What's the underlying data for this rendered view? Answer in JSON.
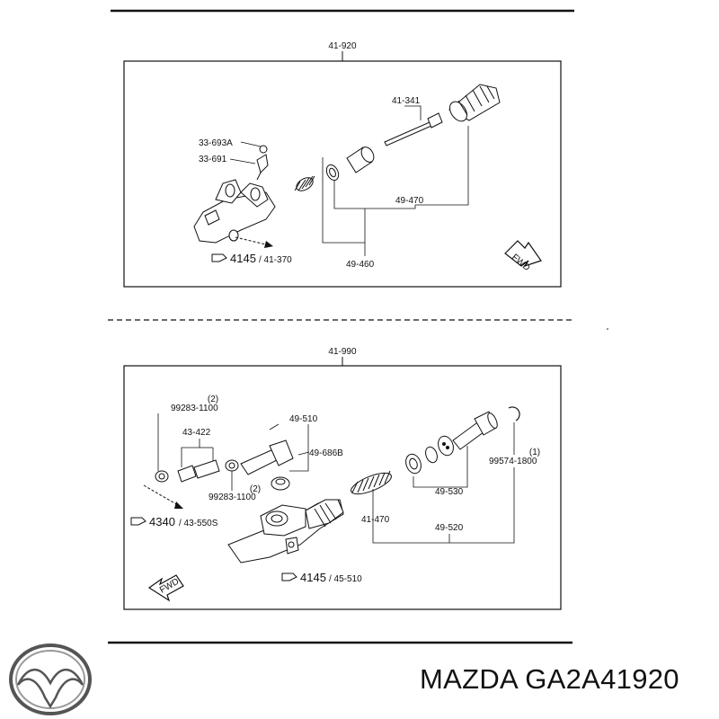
{
  "diagram_top": {
    "assembly_label": "41-920",
    "parts": [
      {
        "id": "p-33-693a",
        "label": "33-693A"
      },
      {
        "id": "p-33-691",
        "label": "33-691"
      },
      {
        "id": "p-41-341",
        "label": "41-341"
      },
      {
        "id": "p-49-470",
        "label": "49-470"
      },
      {
        "id": "p-49-460",
        "label": "49-460"
      }
    ],
    "ref_main": "4145",
    "ref_sub": "/ 41-370",
    "fwd": "FWD"
  },
  "diagram_bottom": {
    "assembly_label": "41-990",
    "parts": [
      {
        "id": "p-99283-1100-top",
        "label": "99283-1100",
        "qty": "(2)"
      },
      {
        "id": "p-43-422",
        "label": "43-422"
      },
      {
        "id": "p-49-510",
        "label": "49-510"
      },
      {
        "id": "p-49-686b",
        "label": "49-686B"
      },
      {
        "id": "p-99283-1100-bot",
        "label": "99283-1100",
        "qty": "(2)"
      },
      {
        "id": "p-99574-1800",
        "label": "99574-1800",
        "qty": "(1)"
      },
      {
        "id": "p-49-530",
        "label": "49-530"
      },
      {
        "id": "p-41-470",
        "label": "41-470"
      },
      {
        "id": "p-49-520",
        "label": "49-520"
      }
    ],
    "ref1_main": "4340",
    "ref1_sub": "/ 43-550S",
    "ref2_main": "4145",
    "ref2_sub": "/ 45-510",
    "fwd": "FWD"
  },
  "footer": {
    "brand_text": "MAZDA GA2A41920"
  }
}
